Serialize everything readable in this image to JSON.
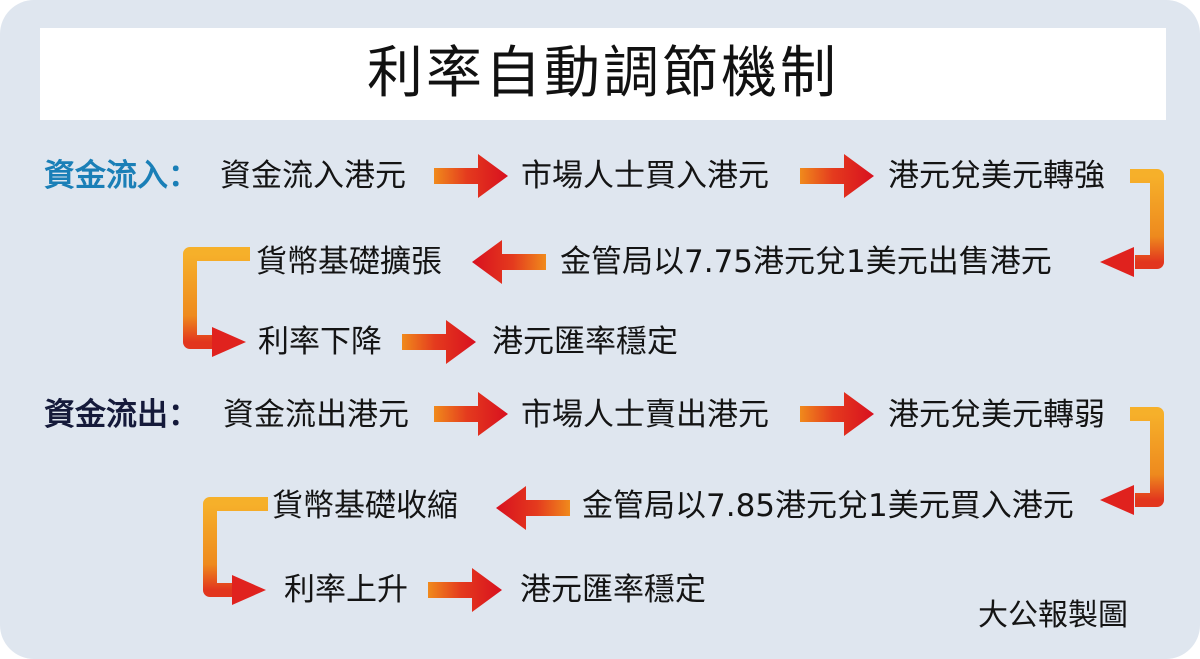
{
  "title": "利率自動調節機制",
  "inflow": {
    "label": "資金流入：",
    "row1": [
      "資金流入港元",
      "市場人士買入港元",
      "港元兌美元轉強"
    ],
    "row2": [
      "金管局以7.75港元兌1美元出售港元",
      "貨幣基礎擴張"
    ],
    "row3": [
      "利率下降",
      "港元匯率穩定"
    ]
  },
  "outflow": {
    "label": "資金流出：",
    "row1": [
      "資金流出港元",
      "市場人士賣出港元",
      "港元兌美元轉弱"
    ],
    "row2": [
      "金管局以7.85港元兌1美元買入港元",
      "貨幣基礎收縮"
    ],
    "row3": [
      "利率上升",
      "港元匯率穩定"
    ]
  },
  "credit": "大公報製圖",
  "colors": {
    "panel_bg": "#dfe6ef",
    "arrow_red": "#e01e1e",
    "connector_orange": "#f29a1e",
    "inflow_label": "#1a7fb7"
  }
}
